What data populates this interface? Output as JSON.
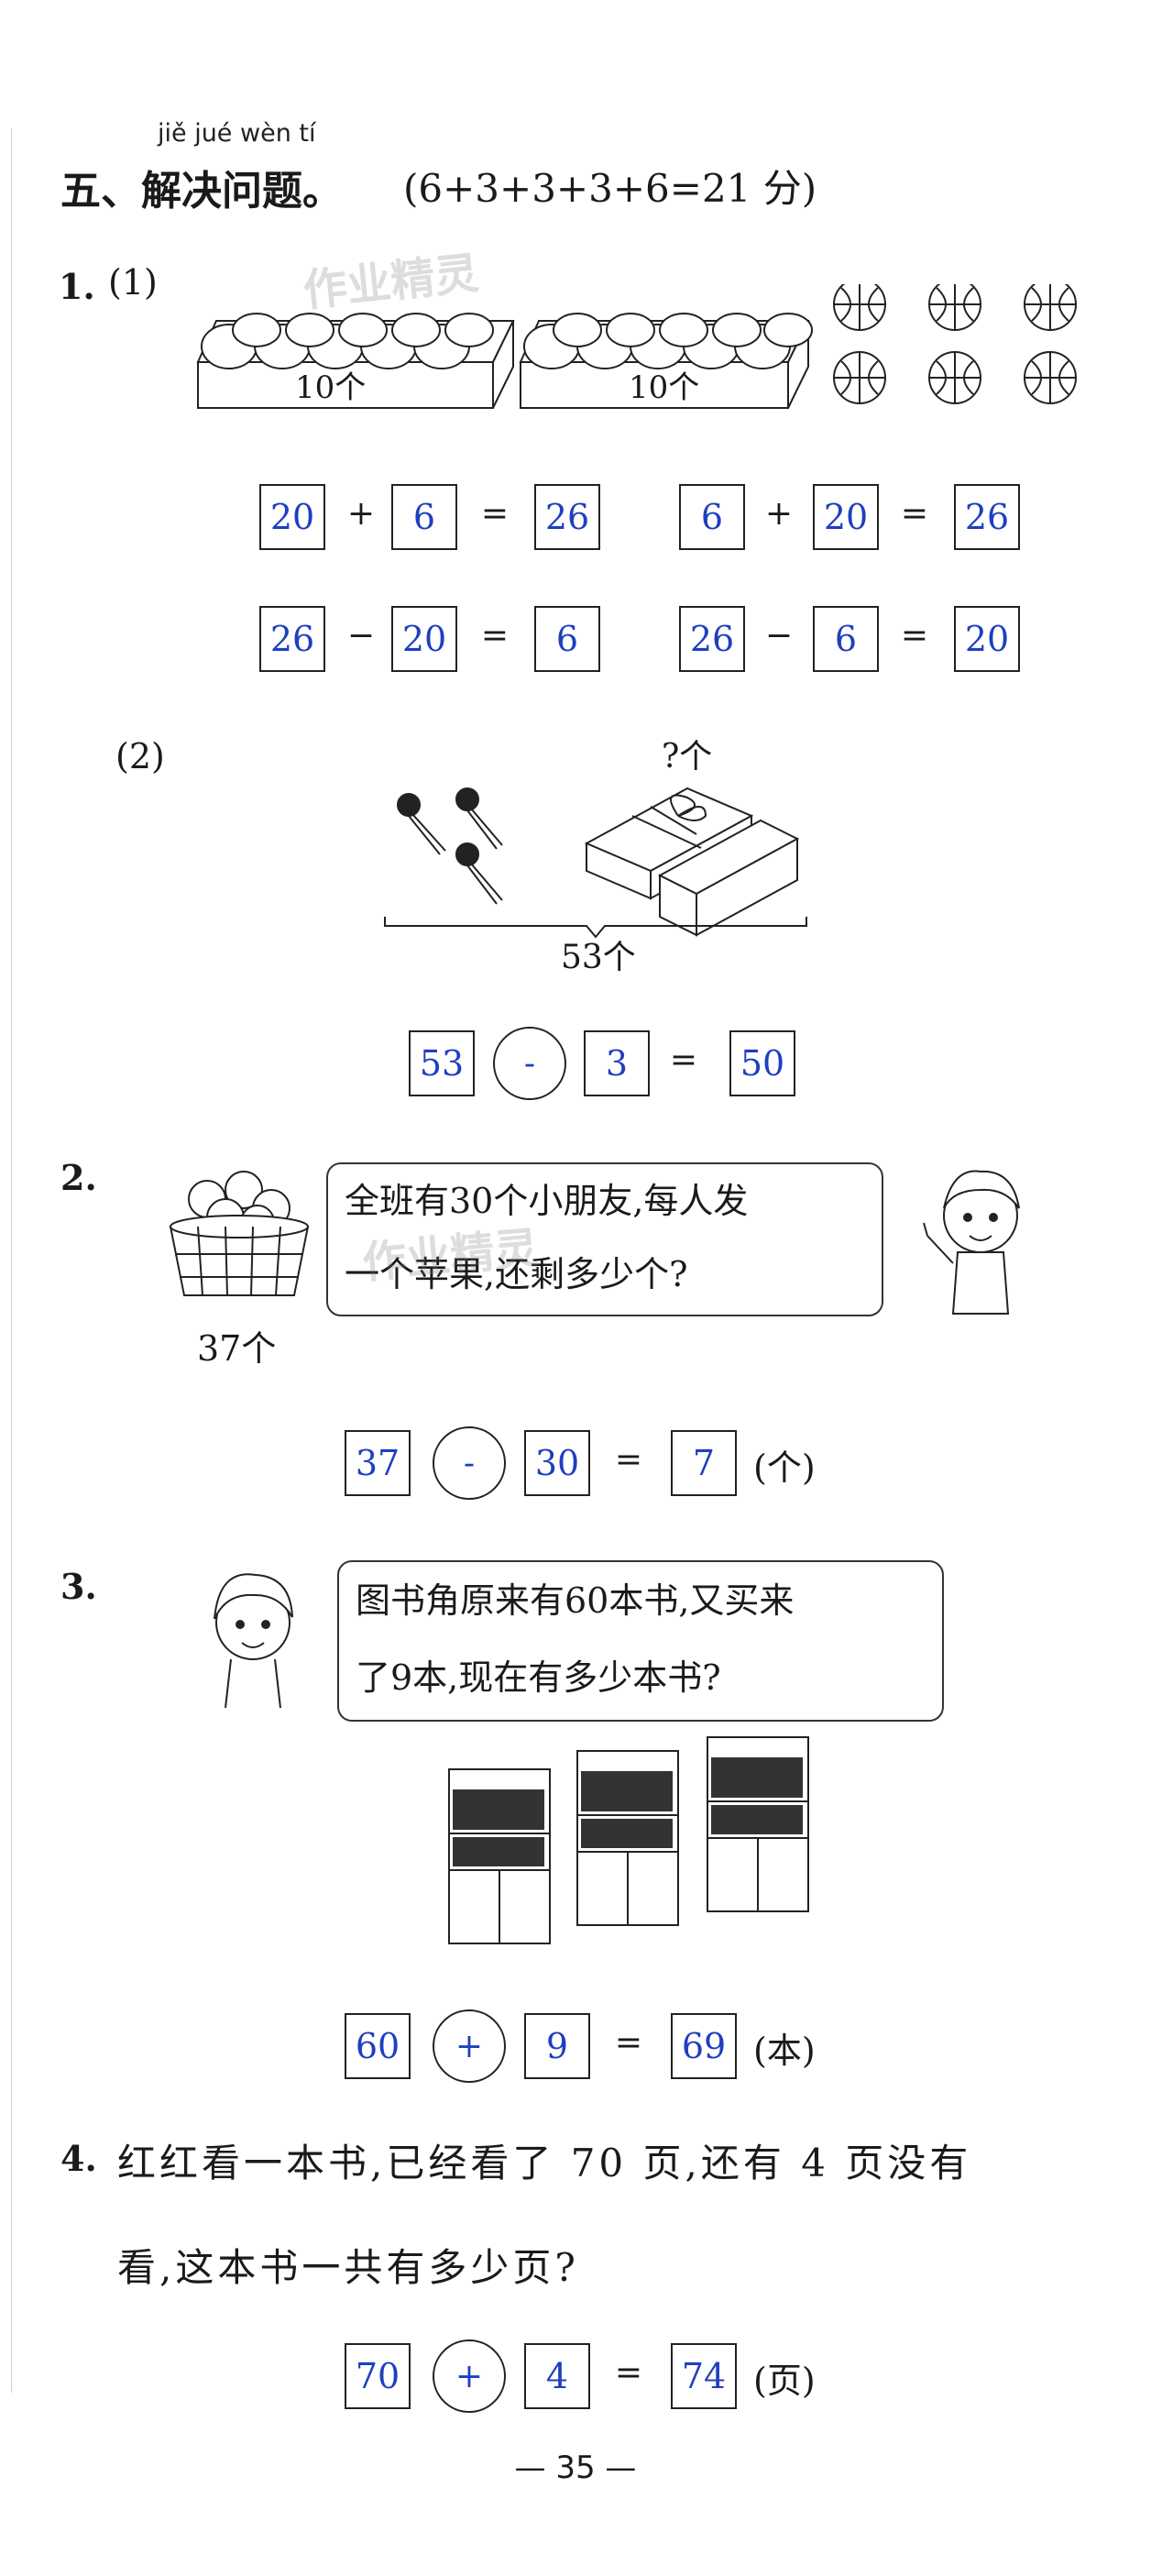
{
  "section": {
    "pinyin": "jiě  jué wèn  tí",
    "title": "五、解决问题。",
    "score": "(6+3+3+3+6=21 分)"
  },
  "watermark": "作业精灵",
  "q1": {
    "num": "1.",
    "part1_label": "(1)",
    "box_label_1": "10个",
    "box_label_2": "10个",
    "eq1": {
      "a": "20",
      "op": "+",
      "b": "6",
      "eq": "=",
      "r": "26"
    },
    "eq2": {
      "a": "6",
      "op": "+",
      "b": "20",
      "eq": "=",
      "r": "26"
    },
    "eq3": {
      "a": "26",
      "op": "−",
      "b": "20",
      "eq": "=",
      "r": "6"
    },
    "eq4": {
      "a": "26",
      "op": "−",
      "b": "6",
      "eq": "=",
      "r": "20"
    },
    "part2_label": "(2)",
    "gift_label": "?个",
    "total_label": "53个",
    "eq5": {
      "a": "53",
      "op": "-",
      "b": "3",
      "eq": "=",
      "r": "50"
    }
  },
  "q2": {
    "num": "2.",
    "speech_line1": "全班有30个小朋友,每人发",
    "speech_line2": "一个苹果,还剩多少个?",
    "basket_label": "37个",
    "eq": {
      "a": "37",
      "op": "-",
      "b": "30",
      "eq": "=",
      "r": "7",
      "unit": "(个)"
    }
  },
  "q3": {
    "num": "3.",
    "speech_line1": "图书角原来有60本书,又买来",
    "speech_line2": "了9本,现在有多少本书?",
    "eq": {
      "a": "60",
      "op": "+",
      "b": "9",
      "eq": "=",
      "r": "69",
      "unit": "(本)"
    }
  },
  "q4": {
    "num": "4.",
    "line1": "红红看一本书,已经看了 70 页,还有 4 页没有",
    "line2": "看,这本书一共有多少页?",
    "eq": {
      "a": "70",
      "op": "+",
      "b": "4",
      "eq": "=",
      "r": "74",
      "unit": "(页)"
    }
  },
  "footer": {
    "page": "— 35 —"
  },
  "colors": {
    "answer": "#1f3fbf",
    "ink": "#1a1a1a"
  }
}
